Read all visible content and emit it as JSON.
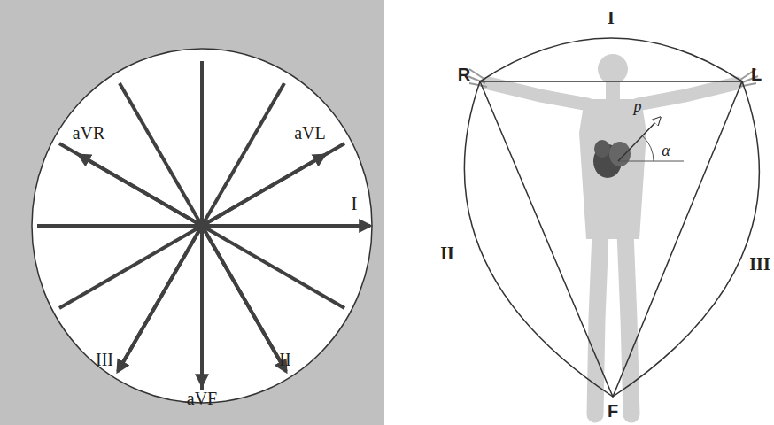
{
  "diagram": {
    "labels": [
      "aVR",
      "aVL",
      "I",
      "III",
      "aVF",
      "II",
      "I",
      "R",
      "L",
      "II",
      "III",
      "F",
      "p",
      "α"
    ]
  }
}
